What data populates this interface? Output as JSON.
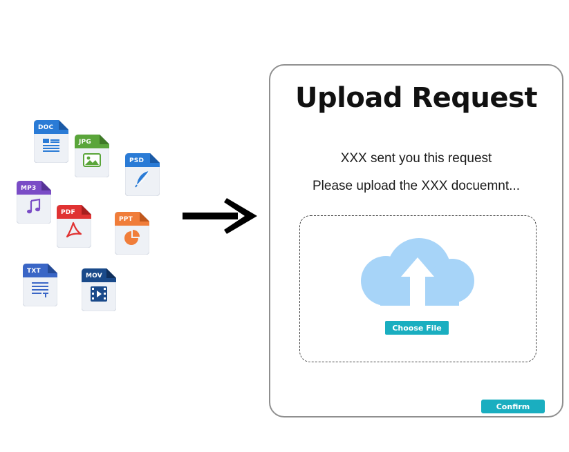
{
  "files": [
    {
      "id": "doc",
      "label": "DOC",
      "color": "#2a7bd6",
      "icon": "document-lines-icon"
    },
    {
      "id": "jpg",
      "label": "JPG",
      "color": "#5aa53a",
      "icon": "image-icon"
    },
    {
      "id": "psd",
      "label": "PSD",
      "color": "#2a7bd6",
      "icon": "feather-icon"
    },
    {
      "id": "mp3",
      "label": "MP3",
      "color": "#7a4cc6",
      "icon": "music-note-icon"
    },
    {
      "id": "pdf",
      "label": "PDF",
      "color": "#e03232",
      "icon": "acrobat-icon"
    },
    {
      "id": "ppt",
      "label": "PPT",
      "color": "#f07d3a",
      "icon": "pie-chart-icon"
    },
    {
      "id": "txt",
      "label": "TXT",
      "color": "#3a66c6",
      "icon": "text-lines-icon"
    },
    {
      "id": "mov",
      "label": "MOV",
      "color": "#1a4a8a",
      "icon": "film-play-icon"
    }
  ],
  "panel": {
    "title": "Upload Request",
    "line1": "XXX sent you this request",
    "line2": "Please upload the XXX docuemnt...",
    "choose_label": "Choose File",
    "confirm_label": "Confirm"
  },
  "colors": {
    "accent": "#1aaec0",
    "cloud": "#a7d4f8",
    "border": "#8f8f8f"
  }
}
